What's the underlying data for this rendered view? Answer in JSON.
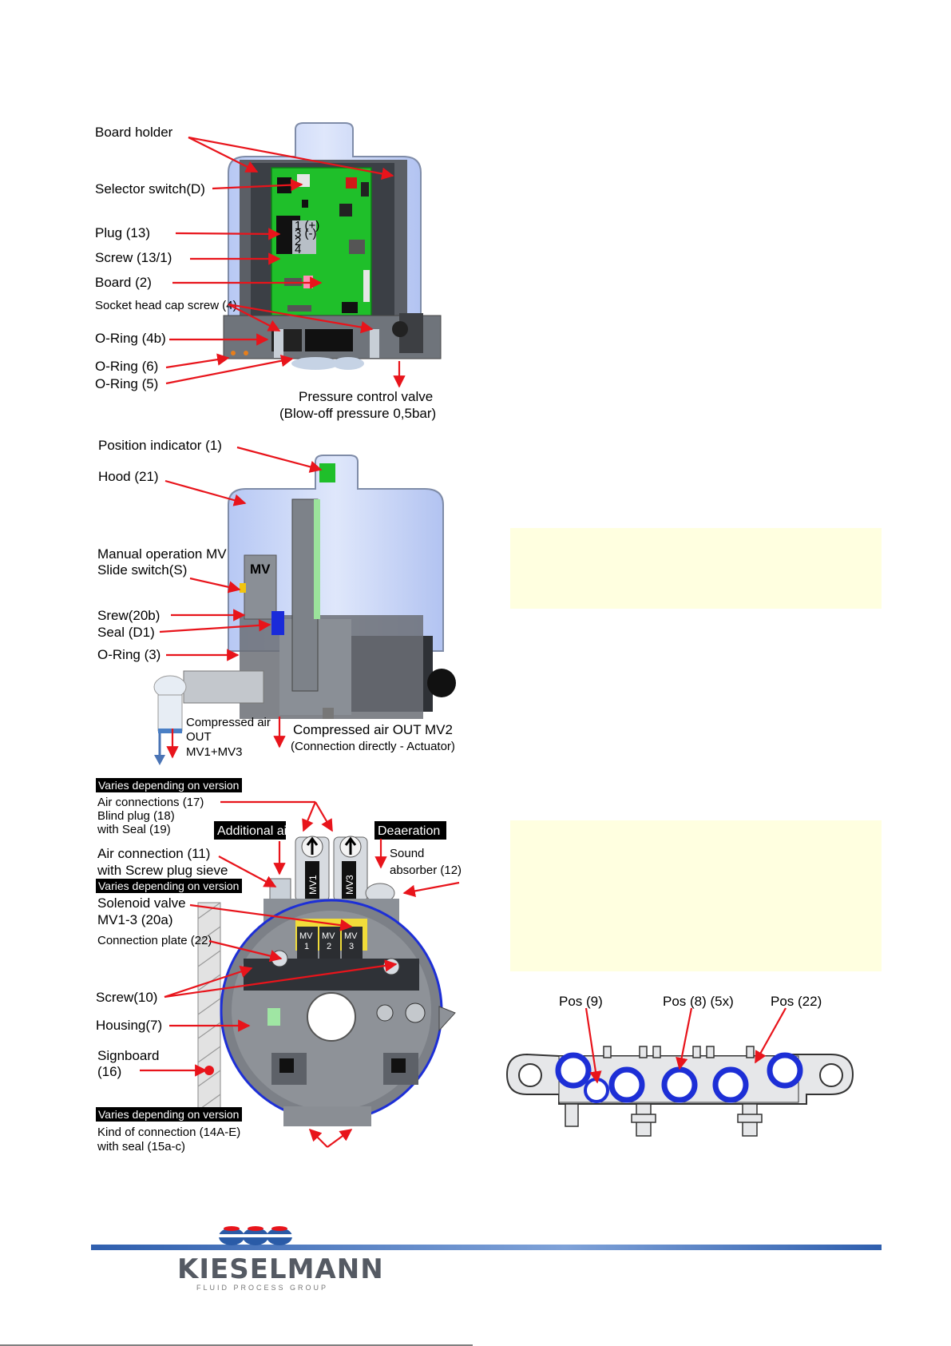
{
  "figure1": {
    "labels": {
      "board_holder": "Board holder",
      "selector_switch": "Selector switch(D)",
      "plug": "Plug (13)",
      "screw": "Screw (13/1)",
      "board": "Board (2)",
      "socket_screw": "Socket head cap screw (4)",
      "oring_4b": "O-Ring (4b)",
      "oring_6": "O-Ring (6)",
      "oring_5": "O-Ring (5)",
      "pcv_line1": "Pressure control valve",
      "pcv_line2": "(Blow-off pressure 0,5bar)"
    },
    "pin_labels": [
      "1 (+)",
      "3 (-)",
      "2",
      "4"
    ]
  },
  "figure2": {
    "labels": {
      "position_indicator": "Position indicator (1)",
      "hood": "Hood (21)",
      "manual_mv": "Manual operation MV",
      "slide_switch": "Slide switch(S)",
      "screw_20b": "Srew(20b)",
      "seal_d1": "Seal (D1)",
      "oring_3": "O-Ring (3)",
      "air_line1": "Compressed air",
      "air_line2": "OUT",
      "air_line3": "MV1+MV3",
      "air_mv2_line1": "Compressed air OUT MV2",
      "air_mv2_line2": "(Connection directly - Actuator)",
      "mv_block": "MV"
    }
  },
  "figure3": {
    "tags": {
      "varies_1": "Varies depending on version",
      "varies_2": "Varies depending on version",
      "varies_3": "Varies depending on version",
      "additional_air": "Additional air",
      "deaeration": "Deaeration"
    },
    "labels": {
      "air_conn_17": "Air connections (17)",
      "blind_plug": "Blind plug (18)",
      "with_seal_19": "with Seal (19)",
      "air_conn_11": "Air connection (11)",
      "screw_plug_sieve": "with Screw plug sieve",
      "sound_1": "Sound",
      "sound_2": "absorber (12)",
      "solenoid_1": "Solenoid valve",
      "solenoid_2": "MV1-3 (20a)",
      "connection_plate": "Connection plate (22)",
      "screw_10": "Screw(10)",
      "housing_7": "Housing(7)",
      "signboard_1": "Signboard",
      "signboard_2": "(16)",
      "kind_conn": "Kind of connection (14A-E)",
      "with_seal_15": "with seal (15a-c)",
      "mv1": "MV1",
      "mv3": "MV3",
      "coil_mv": "MV",
      "coil_1": "1",
      "coil_2": "2",
      "coil_3": "3"
    }
  },
  "figure4": {
    "labels": {
      "pos_9": "Pos (9)",
      "pos_8": "Pos (8) (5x)",
      "pos_22": "Pos (22)"
    }
  },
  "logo": {
    "name": "KIESELMANN",
    "tagline": "FLUID PROCESS GROUP"
  },
  "colors": {
    "arrow": "#e8141b",
    "note_bg": "#ffffe0",
    "oring_blue": "#1d2fd6",
    "board_green": "#1fbf2a",
    "footer_blue": "#2f5fae"
  }
}
